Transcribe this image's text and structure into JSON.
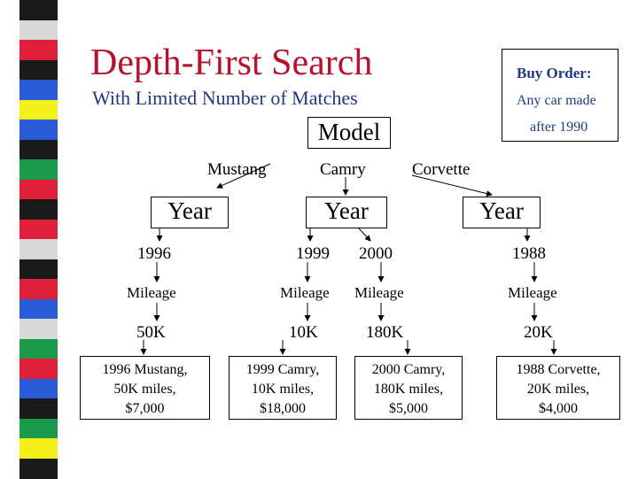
{
  "title": "Depth-First Search",
  "subtitle": "With Limited Number of Matches",
  "buy_order": {
    "title": "Buy Order:",
    "line1": "Any car made",
    "line2": "after 1990"
  },
  "tree": {
    "root": "Model",
    "branches": [
      {
        "model": "Mustang",
        "attribute": "Year",
        "year": "1996",
        "field": "Mileage",
        "mileage": "50K",
        "result": [
          "1996 Mustang,",
          "50K miles,",
          "$7,000"
        ]
      },
      {
        "model": "Camry",
        "attribute": "Year",
        "year": "1999",
        "field": "Mileage",
        "mileage": "10K",
        "result": [
          "1999 Camry,",
          "10K miles,",
          "$18,000"
        ]
      },
      {
        "model": "Corvette",
        "attribute": "Year",
        "year": "1988",
        "field": "Mileage",
        "mileage": "20K",
        "result": [
          "1988 Corvette,",
          "20K miles,",
          "$4,000"
        ]
      }
    ],
    "camry_extra": {
      "year": "2000",
      "field": "Mileage",
      "mileage": "180K",
      "result": [
        "2000 Camry,",
        "180K miles,",
        "$5,000"
      ]
    }
  },
  "colors": {
    "title": "#b5122d",
    "subtitle": "#1f3a80",
    "stripe": [
      "#1a1a1a",
      "#d8d8d8",
      "#e0203a",
      "#1a1a1a",
      "#2a5bd7",
      "#f2f018",
      "#2a5bd7",
      "#1a1a1a",
      "#1a9a4a",
      "#e0203a",
      "#1a1a1a",
      "#e0203a",
      "#d8d8d8",
      "#1a1a1a",
      "#e0203a",
      "#2a5bd7",
      "#d8d8d8",
      "#1a9a4a",
      "#e0203a",
      "#2a5bd7",
      "#1a1a1a",
      "#1a9a4a",
      "#f2f018",
      "#1a1a1a"
    ]
  }
}
